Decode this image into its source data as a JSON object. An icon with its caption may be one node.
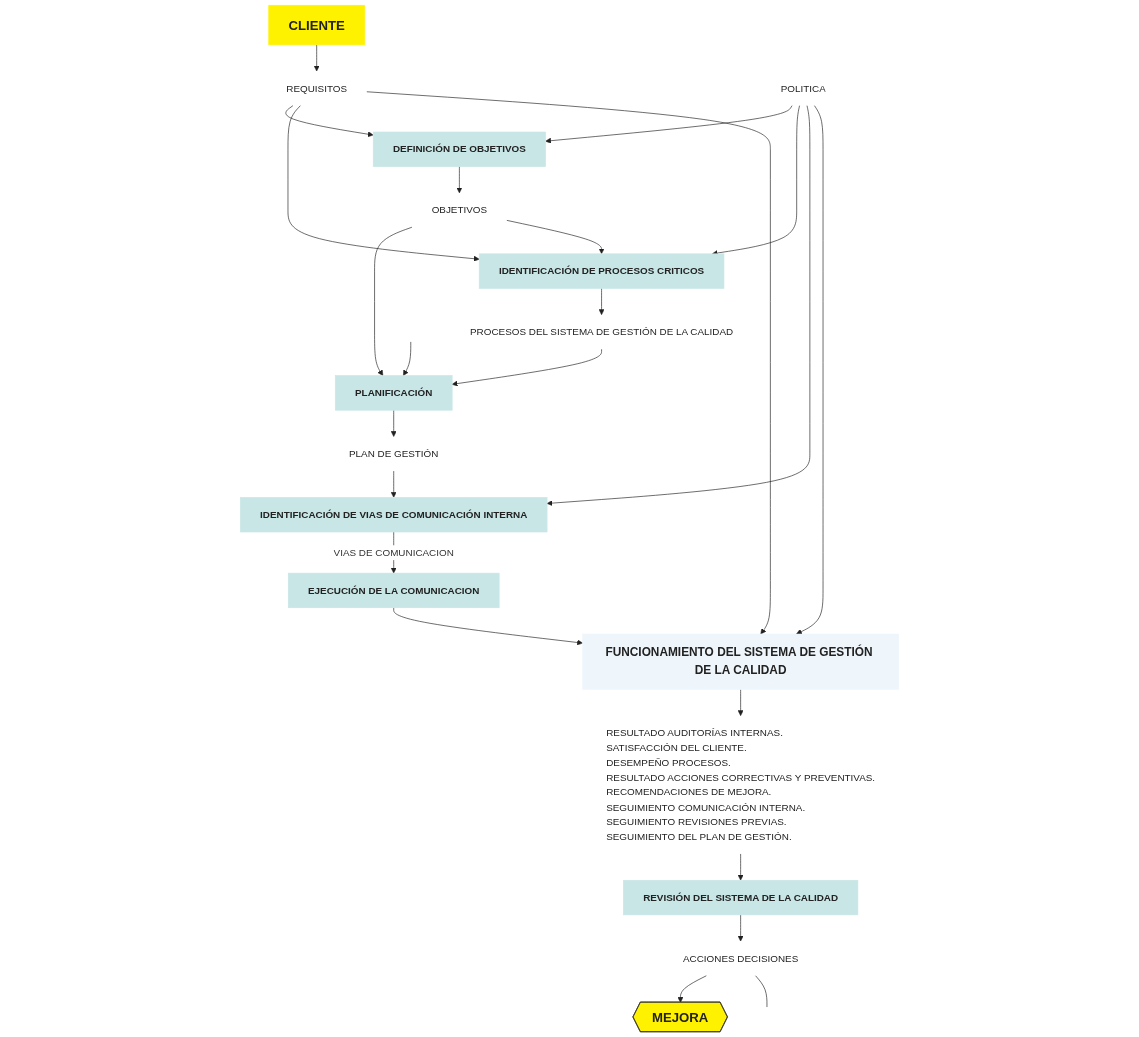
{
  "diagram": {
    "nodes": [
      {
        "text": [
          "CLIENTE"
        ]
      },
      {
        "text": [
          "REQUISITOS"
        ]
      },
      {
        "text": [
          "POLITICA"
        ]
      },
      {
        "text": [
          "DEFINICIÓN DE OBJETIVOS"
        ]
      },
      {
        "text": [
          "OBJETIVOS"
        ]
      },
      {
        "text": [
          "PLANIFICACIÓN"
        ]
      },
      {
        "text": [
          "IDENTIFICACIÓN DE PROCESOS CRITICOS"
        ]
      },
      {
        "text": [
          "PROCESOS DEL SISTEMA DE GESTIÓN DE LA CALIDAD"
        ]
      },
      {
        "text": [
          "PLAN DE GESTIÓN"
        ]
      },
      {
        "text": [
          "IDENTIFICACIÓN DE VIAS DE COMUNICACIÓN INTERNA"
        ]
      },
      {
        "text": [
          "EJECUCIÓN DE LA COMUNICACION"
        ]
      },
      {
        "text": [
          "FUNCIONAMIENTO DEL SISTEMA DE GESTIÓN DE LA CALIDAD"
        ]
      },
      {
        "text": [
          "RESULTADO AUDITORÍAS INTERNAS.",
          "SATISFACCIÓN DEL CLIENTE.",
          "DESEMPEÑO PROCESOS.",
          "RESULTADO ACCIONES CORRECTIVAS Y PREVENTIVAS.",
          "RECOMENDACIONES DE MEJORA.",
          "SEGUIMIENTO COMUNICACIÓN INTERNA.",
          "SEGUIMIENTO REVISIONES PREVIAS.",
          "SEGUIMIENTO DEL PLAN DE GESTIÓN."
        ]
      },
      {
        "text": [
          "REVISIÓN DEL SISTEMA DE LA CALIDAD"
        ]
      },
      {
        "text": [
          "ACCIONES DECISIONES"
        ]
      },
      {
        "text": [
          "MEJORA"
        ]
      }
    ],
    "edges": [
      {
        "from": 0,
        "to": 1,
        "arrow": "to"
      },
      {
        "from": 1,
        "to": 3,
        "arrow": "to"
      },
      {
        "from": 1,
        "to": 6,
        "arrow": "to"
      },
      {
        "from": 2,
        "to": 3,
        "arrow": "to"
      },
      {
        "from": 2,
        "to": 6,
        "arrow": "to"
      },
      {
        "from": 3,
        "to": 4,
        "arrow": "to"
      },
      {
        "from": 4,
        "to": 5,
        "arrow": "to"
      },
      {
        "from": 4,
        "to": 6,
        "arrow": "to"
      },
      {
        "from": null,
        "to": 5,
        "arrow": "to"
      },
      {
        "from": 6,
        "to": 7,
        "arrow": "to"
      },
      {
        "from": 7,
        "to": 5,
        "arrow": "to"
      },
      {
        "from": 5,
        "to": 8,
        "arrow": "to"
      },
      {
        "from": 2,
        "to": 9,
        "arrow": "to"
      },
      {
        "from": 8,
        "to": 9,
        "arrow": "to"
      },
      {
        "from": 9,
        "to": 10,
        "label": "VIAS DE COMUNICACION",
        "arrow": "to"
      },
      {
        "from": 10,
        "to": 11,
        "arrow": "to"
      },
      {
        "from": 1,
        "to": 11,
        "arrow": "to"
      },
      {
        "from": 2,
        "to": 11,
        "arrow": "to"
      },
      {
        "from": 11,
        "to": 12,
        "arrow": "to"
      },
      {
        "from": 12,
        "to": 13,
        "arrow": "to"
      },
      {
        "from": 13,
        "to": 14,
        "arrow": "to"
      },
      {
        "from": 14,
        "to": 15,
        "arrow": "to"
      },
      {
        "from": 14,
        "to": null,
        "arrow": "none"
      }
    ]
  }
}
